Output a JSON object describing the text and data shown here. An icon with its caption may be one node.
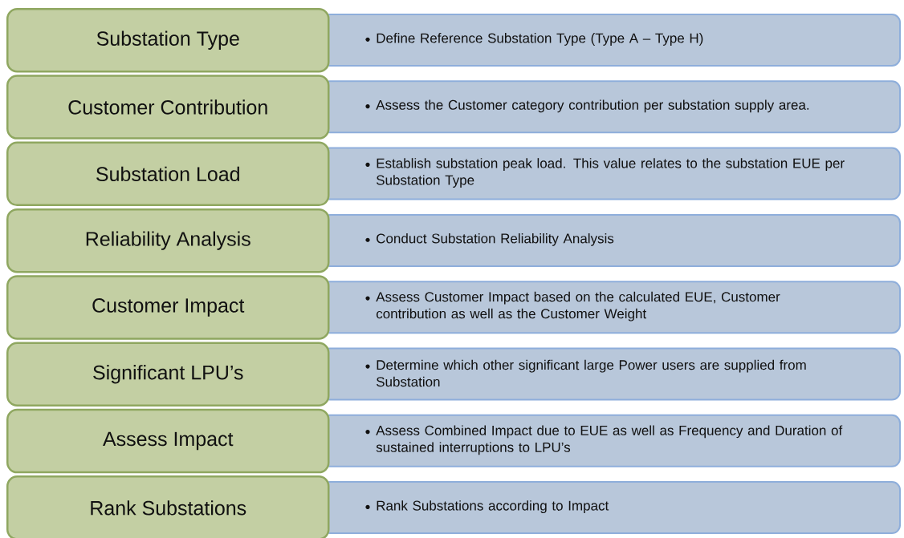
{
  "diagram": {
    "nodes": [
      {
        "text": [
          "Substation Type"
        ]
      },
      {
        "text": [
          "Define Reference Substation Type (Type A – Type H)"
        ]
      },
      {
        "text": [
          "Customer Contribution"
        ]
      },
      {
        "text": [
          "Assess the Customer category contribution per substation supply area."
        ]
      },
      {
        "text": [
          "Substation Load"
        ]
      },
      {
        "text": [
          "Establish substation peak load.  This value relates to the substation EUE per Substation Type"
        ]
      },
      {
        "text": [
          "Reliability Analysis"
        ]
      },
      {
        "text": [
          "Conduct Substation Reliability Analysis"
        ]
      },
      {
        "text": [
          "Customer Impact"
        ]
      },
      {
        "text": [
          "Assess Customer Impact based on the calculated EUE, Customer contribution as well as the Customer Weight"
        ]
      },
      {
        "text": [
          "Significant LPU’s"
        ]
      },
      {
        "text": [
          "Determine which other significant large Power users are supplied from Substation"
        ]
      },
      {
        "text": [
          "Assess Impact"
        ]
      },
      {
        "text": [
          "Assess Combined Impact due to EUE as  well as Frequency and Duration of sustained interruptions to LPU’s"
        ]
      },
      {
        "text": [
          "Rank Substations"
        ]
      },
      {
        "text": [
          "Rank Substations according to Impact"
        ]
      }
    ]
  }
}
